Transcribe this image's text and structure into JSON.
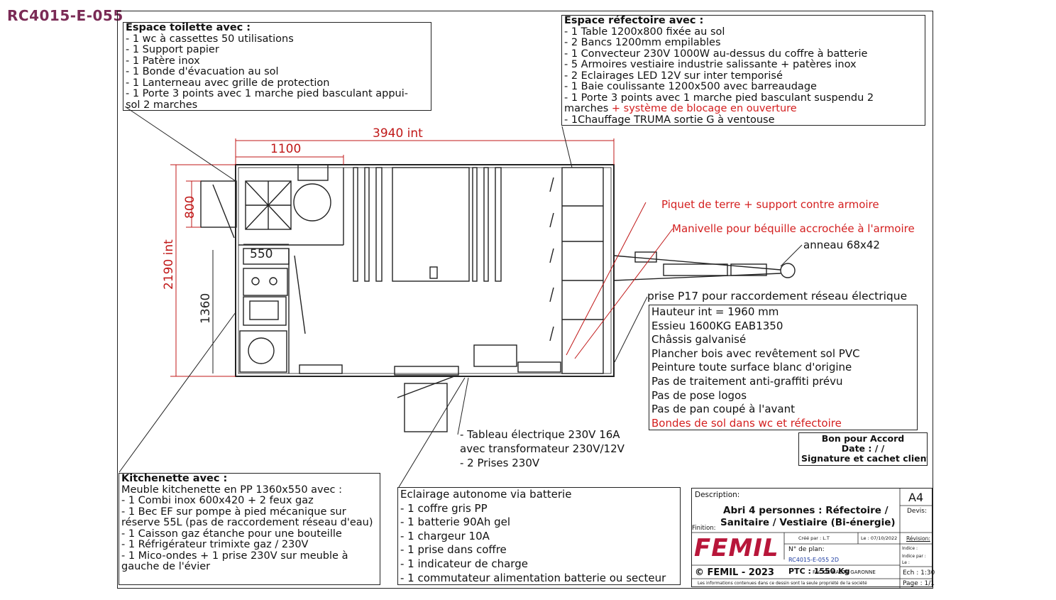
{
  "ref": "RC4015-E-055",
  "toilette": {
    "title": "Espace toilette avec :",
    "items": [
      "- 1 wc à cassettes 50 utilisations",
      "- 1 Support papier",
      "- 1 Patère inox",
      "- 1 Bonde d'évacuation au sol",
      "- 1 Lanterneau avec grille de protection",
      "- 1 Porte 3 points avec 1 marche pied basculant appui-",
      "sol 2 marches"
    ]
  },
  "refectoire": {
    "title": "Espace réfectoire avec :",
    "items": [
      "- 1 Table 1200x800 fixée au sol",
      "- 2 Bancs 1200mm empilables",
      "- 1 Convecteur 230V 1000W au-dessus du coffre à batterie",
      "- 5 Armoires vestiaire industrie salissante + patères inox",
      "- 2 Eclairages LED 12V sur inter temporisé",
      "- 1 Baie coulissante 1200x500 avec barreaudage",
      "- 1 Porte 3 points avec 1 marche pied basculant suspendu 2"
    ],
    "line8a": "marches ",
    "line8b": "+ système de blocage en ouverture",
    "line9": "- 1Chauffage TRUMA sortie G à ventouse"
  },
  "dims": {
    "length": "3940 int",
    "wc_length": "1100",
    "width": "2190 int",
    "wc_door": "800",
    "kitchen_depth": "550",
    "kitchen_length": "1360"
  },
  "annotations": {
    "piquet": "Piquet de terre + support contre armoire",
    "manivelle": "Manivelle pour béquille accrochée à l'armoire",
    "anneau": "anneau 68x42",
    "prise": "prise P17 pour raccordement réseau électrique",
    "tableau1": "- Tableau électrique 230V 16A",
    "tableau2": "avec transformateur 230V/12V",
    "tableau3": "- 2 Prises 230V"
  },
  "specs": {
    "items": [
      "Hauteur int = 1960 mm",
      "Essieu 1600KG EAB1350",
      "Châssis galvanisé",
      "Plancher bois avec revêtement sol PVC",
      "Peinture toute surface blanc d'origine",
      "Pas de traitement anti-graffiti prévu",
      "Pas de pose logos",
      "Pas de pan coupé à l'avant"
    ],
    "red_item": "Bondes de sol dans wc et réfectoire"
  },
  "accord": {
    "line1": "Bon pour Accord",
    "line2": "Date :   /   /",
    "line3": "Signature et cachet client"
  },
  "kitchenette": {
    "title": "Kitchenette avec :",
    "items": [
      "Meuble kitchenette en  PP 1360x550 avec :",
      "- 1 Combi inox 600x420 + 2 feux gaz",
      "- 1 Bec EF sur pompe à pied mécanique sur réserve 55L (pas de raccordement réseau d'eau)",
      "- 1 Caisson gaz étanche pour une bouteille",
      "- 1 Réfrigérateur trimixte gaz / 230V",
      "- 1 Mico-ondes + 1 prise 230V sur meuble à gauche de l'évier"
    ]
  },
  "eclairage": {
    "items": [
      "Eclairage autonome via batterie",
      "- 1 coffre gris PP",
      "- 1 batterie 90Ah gel",
      "- 1 chargeur 10A",
      "- 1 prise dans coffre",
      "- 1 indicateur de charge",
      "- 1 commutateur alimentation batterie ou secteur"
    ]
  },
  "titleblock": {
    "description_label": "Description:",
    "title1": "Abri 4 personnes  : Réfectoire  /",
    "title2": "Sanitaire / Vestiaire (Bi-énergie)",
    "finition_label": "Finition:",
    "size": "A4",
    "devis_label": "Devis:",
    "brand": "FEMIL",
    "copyright": "© FEMIL - 2023",
    "cree_par": "Créé par : L.T",
    "date": "Le : 07/10/2022",
    "revision_label": "Révision:",
    "plan_label": "N° de plan:",
    "plan_no": "RC4015-E-055 2D",
    "indice_label": "Indice :",
    "indice_par": "Indice par :",
    "le_label": "Le :",
    "ptc": "PTC : 1550 Kg",
    "address": "FAC DE HAUTE GARONNE",
    "echelle": "Ech : 1:30",
    "page": "Page : 1/1",
    "footer": "Les informations contenues dans ce dessin sont la seule propriété de la société"
  },
  "colors": {
    "ref": "#7a2a55",
    "dim_red": "#c01818",
    "brand_red": "#b8163a",
    "line": "#222222"
  }
}
